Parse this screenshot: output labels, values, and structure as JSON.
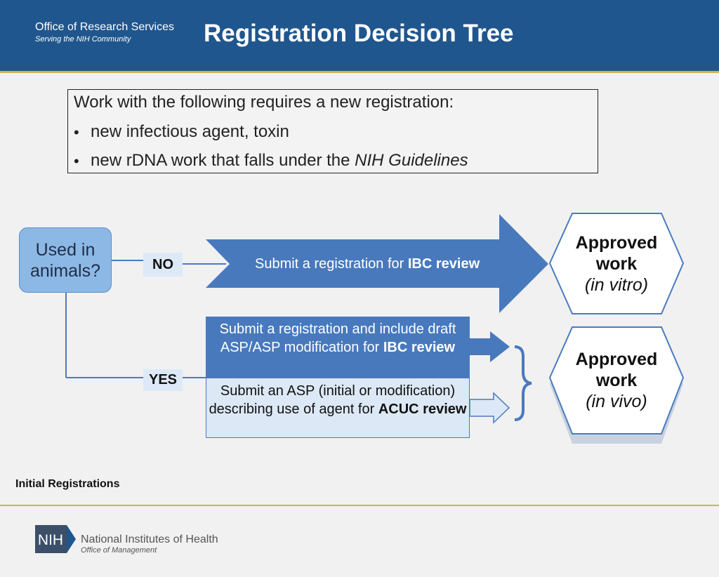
{
  "header": {
    "org_name": "Office of Research Services",
    "org_tagline": "Serving the NIH Community",
    "title": "Registration Decision Tree"
  },
  "info_box": {
    "intro": "Work with the following requires a new registration:",
    "bullets": [
      "new infectious agent, toxin",
      "new rDNA work that falls under the NIH Guidelines"
    ],
    "bullet2_prefix": "new rDNA work that falls under the ",
    "bullet2_italic": "NIH Guidelines"
  },
  "question": {
    "text": "Used in animals?"
  },
  "no_branch": {
    "label": "NO",
    "action_prefix": "Submit a registration for ",
    "action_bold": "IBC review"
  },
  "yes_branch": {
    "label": "YES",
    "ibc_text": "Submit a registration and include draft ASP/ASP modification for ",
    "ibc_bold": "IBC review",
    "acuc_text": "Submit an ASP (initial or modification) describing use of agent for ",
    "acuc_bold": "ACUC review"
  },
  "outcomes": {
    "in_vitro": {
      "line1": "Approved",
      "line2": "work",
      "line3": "(in vitro)"
    },
    "in_vivo": {
      "line1": "Approved",
      "line2": "work",
      "line3": "(in vivo)"
    }
  },
  "footer": {
    "section": "Initial Registrations",
    "nih_abbrev": "NIH",
    "nih_name": "National Institutes of Health",
    "nih_office": "Office of Management"
  },
  "colors": {
    "header_blue": "#20568e",
    "gold": "#d4b04a",
    "arrow_blue": "#4879bd",
    "light_blue": "#dce8f5"
  }
}
